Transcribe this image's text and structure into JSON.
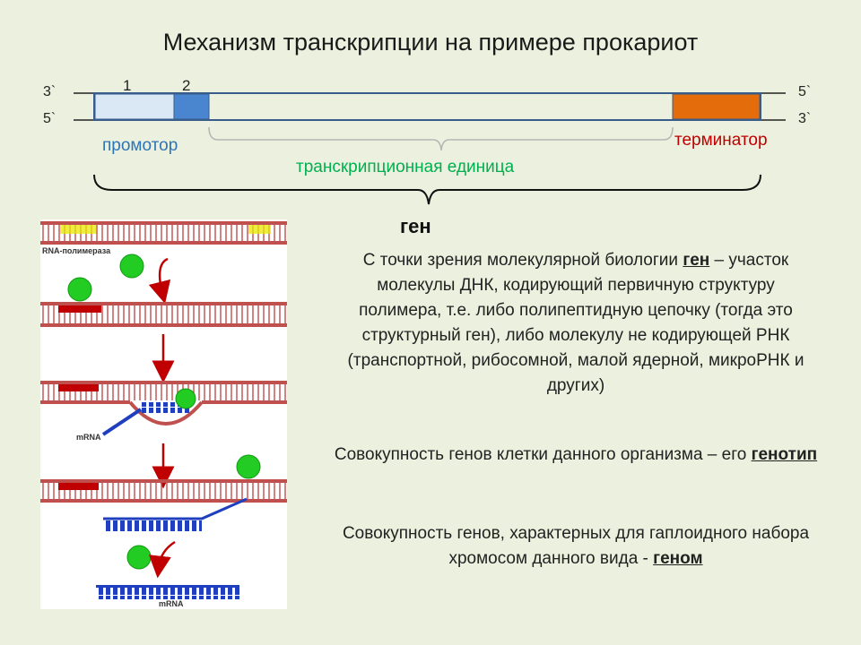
{
  "title": "Механизм транскрипции на примере прокариот",
  "scheme": {
    "left_top": "3`",
    "left_bottom": "5`",
    "right_top": "5`",
    "right_bottom": "3`",
    "marker1": "1",
    "marker2": "2",
    "promoter": "промотор",
    "terminator": "терминатор",
    "transcription_unit": "транскрипционная единица",
    "gene": "ген"
  },
  "figure": {
    "rna_polymerase": "RNA-полимераза",
    "mrna_1": "mRNA",
    "mrna_2": "mRNA"
  },
  "paragraph1": {
    "part1": "С точки зрения молекулярной биологии ",
    "term": "ген",
    "part2": " – участок молекулы ДНК, кодирующий первичную структуру полимера, т.е. либо полипептидную цепочку  (тогда это структурный ген), либо молекулу не кодирующей РНК (транспортной, рибосомной, малой ядерной, микроРНК  и других)"
  },
  "paragraph2": {
    "part1": "Совокупность генов клетки данного организма – его ",
    "term": "генотип"
  },
  "paragraph3": {
    "part1": "Совокупность генов, характерных для гаплоидного набора хромосом данного вида - ",
    "term": "геном"
  },
  "colors": {
    "background": "#ebf1de",
    "promoter_region1": "#dae7f5",
    "promoter_region2": "#4a86d0",
    "terminator_region": "#e46c0a",
    "promoter_text": "#2e75b6",
    "terminator_text": "#c00000",
    "unit_text": "#00b050"
  }
}
